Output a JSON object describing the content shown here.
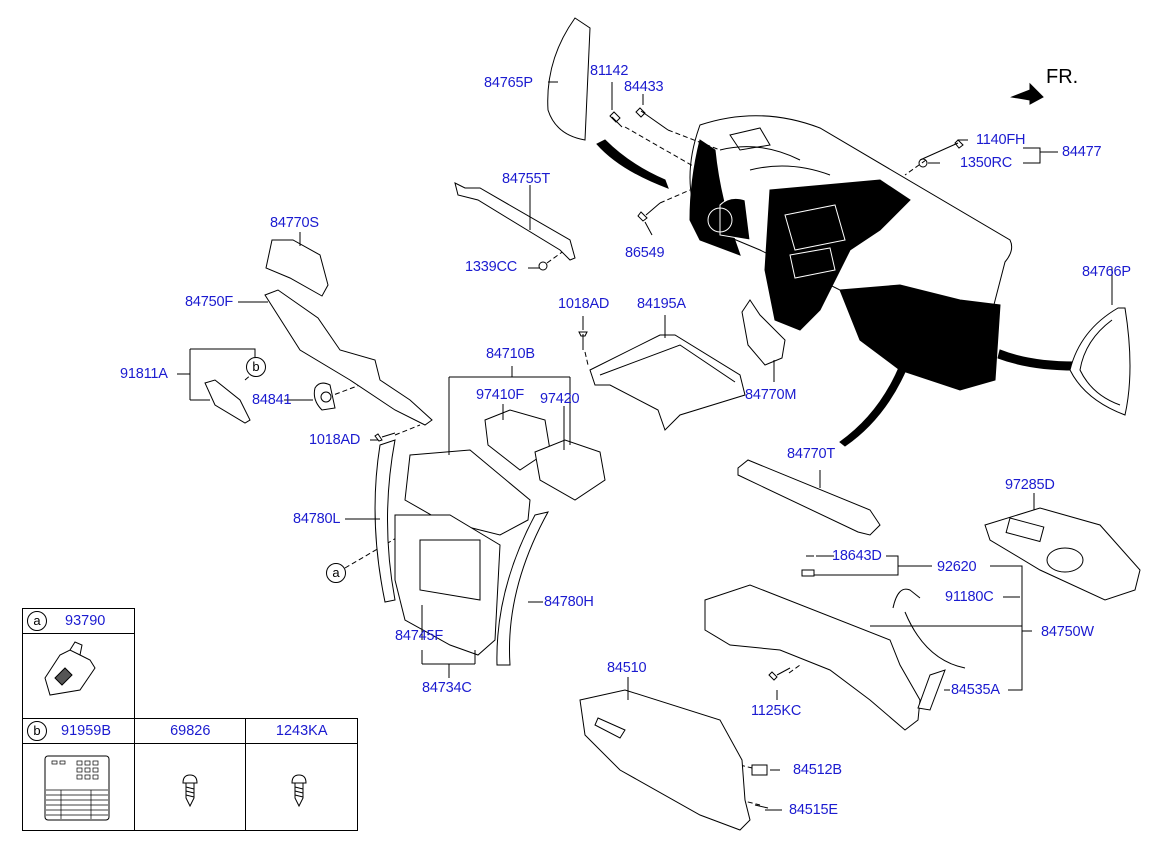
{
  "diagram": {
    "direction_label": "FR.",
    "callouts": {
      "a": "a",
      "b": "b"
    },
    "parts": {
      "p84765P": "84765P",
      "p81142": "81142",
      "p84433": "84433",
      "p1140FH": "1140FH",
      "p1350RC": "1350RC",
      "p84477": "84477",
      "p84755T": "84755T",
      "p1339CC": "1339CC",
      "p86549": "86549",
      "p84770S": "84770S",
      "p84750F": "84750F",
      "p91811A": "91811A",
      "p84841": "84841",
      "p1018AD_left": "1018AD",
      "p1018AD_top": "1018AD",
      "p84195A": "84195A",
      "p84710B": "84710B",
      "p97410F": "97410F",
      "p97420": "97420",
      "p84770M": "84770M",
      "p84766P": "84766P",
      "p84770T": "84770T",
      "p97285D": "97285D",
      "p84780L": "84780L",
      "p84780H": "84780H",
      "p84745F": "84745F",
      "p84734C": "84734C",
      "p18643D": "18643D",
      "p92620": "92620",
      "p91180C": "91180C",
      "p84750W": "84750W",
      "p84535A": "84535A",
      "p1125KC": "1125KC",
      "p84510": "84510",
      "p84512B": "84512B",
      "p84515E": "84515E"
    },
    "legend": {
      "a": {
        "key": "a",
        "part": "93790"
      },
      "b": {
        "key": "b",
        "parts": [
          "91959B",
          "69826",
          "1243KA"
        ]
      }
    }
  }
}
